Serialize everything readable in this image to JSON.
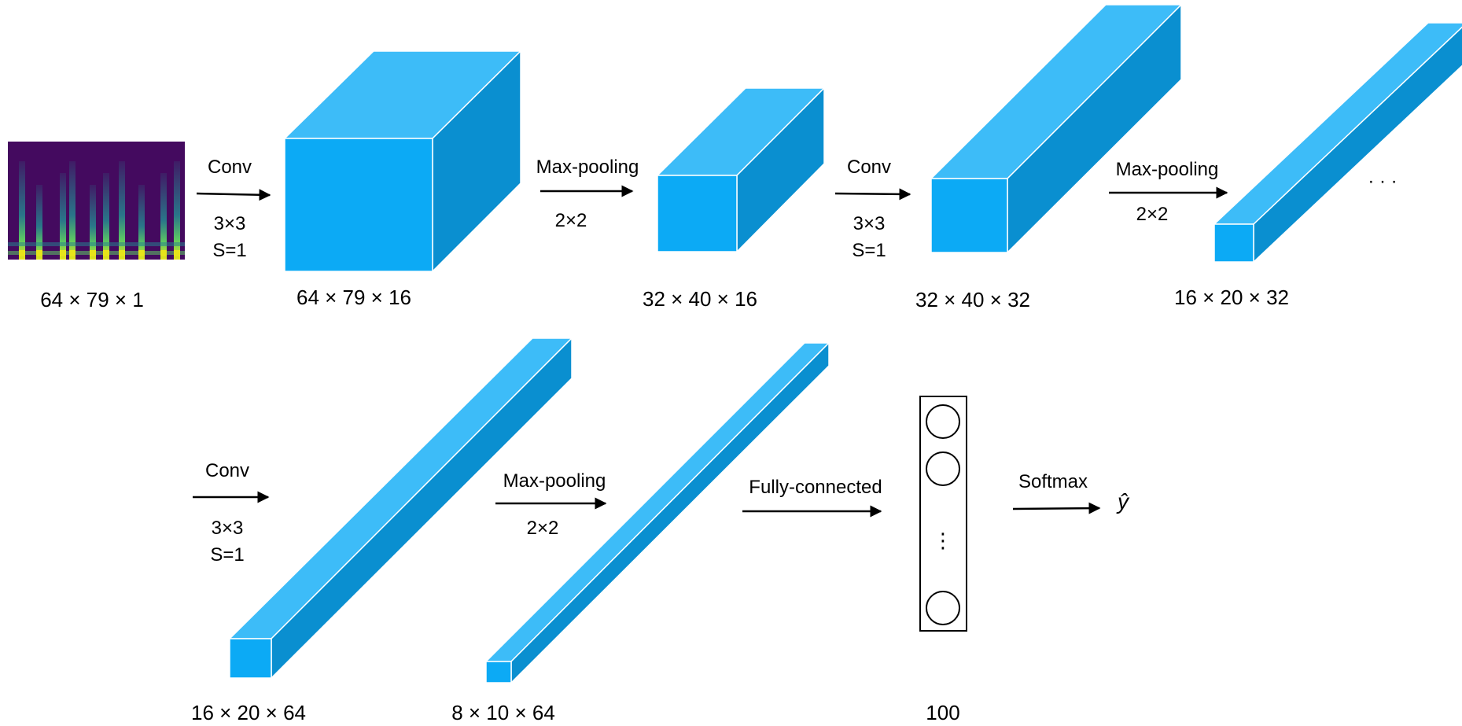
{
  "input": {
    "dims": "64 × 79 × 1",
    "spectrogram_colors": {
      "background": "#440a5f",
      "mid": "#27828e",
      "high": "#5ec962",
      "peak": "#e7e41a"
    }
  },
  "colors": {
    "front": "#0caaf5",
    "top": "#3dbcf8",
    "side": "#0a8fd0",
    "edge": "#ffffff"
  },
  "layers": [
    {
      "dims": "64 × 79 × 16"
    },
    {
      "dims": "32 × 40 × 16"
    },
    {
      "dims": "32 × 40 × 32"
    },
    {
      "dims": "16 × 20 × 32"
    },
    {
      "dims": "16 × 20 × 64"
    },
    {
      "dims": "8 × 10 × 64"
    }
  ],
  "ops": [
    {
      "name": "Conv",
      "line1": "3×3",
      "line2": "S=1"
    },
    {
      "name": "Max-pooling",
      "line1": "2×2",
      "line2": ""
    },
    {
      "name": "Conv",
      "line1": "3×3",
      "line2": "S=1"
    },
    {
      "name": "Max-pooling",
      "line1": "2×2",
      "line2": ""
    },
    {
      "name": "Conv",
      "line1": "3×3",
      "line2": "S=1"
    },
    {
      "name": "Max-pooling",
      "line1": "2×2",
      "line2": ""
    },
    {
      "name": "Fully-connected",
      "line1": "",
      "line2": ""
    },
    {
      "name": "Softmax",
      "line1": "",
      "line2": ""
    }
  ],
  "continuation": "· · ·",
  "fc": {
    "dims": "100",
    "ellipsis": "⋮"
  },
  "output": {
    "symbol": "ŷ"
  }
}
